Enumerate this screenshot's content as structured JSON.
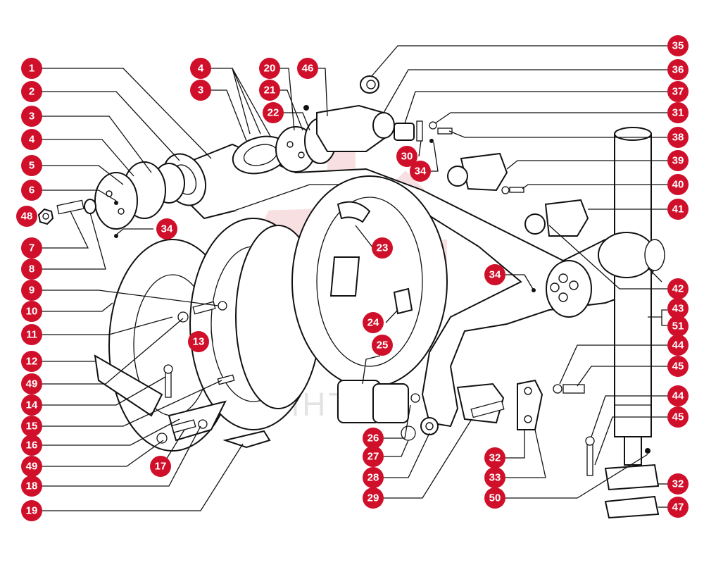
{
  "colors": {
    "callout": "#d0102a",
    "line": "#111111",
    "background": "#ffffff",
    "watermark": "#f3c8cc"
  },
  "watermark": {
    "logo": "gear-logo",
    "text": "ИНТЕХ"
  },
  "callouts": [
    {
      "id": "c1",
      "label": "1"
    },
    {
      "id": "c2",
      "label": "2"
    },
    {
      "id": "c3",
      "label": "3"
    },
    {
      "id": "c4",
      "label": "4"
    },
    {
      "id": "c5",
      "label": "5"
    },
    {
      "id": "c6",
      "label": "6"
    },
    {
      "id": "c48",
      "label": "48"
    },
    {
      "id": "c7",
      "label": "7"
    },
    {
      "id": "c8",
      "label": "8"
    },
    {
      "id": "c9",
      "label": "9"
    },
    {
      "id": "c10",
      "label": "10"
    },
    {
      "id": "c11",
      "label": "11"
    },
    {
      "id": "c12",
      "label": "12"
    },
    {
      "id": "c49a",
      "label": "49"
    },
    {
      "id": "c14",
      "label": "14"
    },
    {
      "id": "c15",
      "label": "15"
    },
    {
      "id": "c16",
      "label": "16"
    },
    {
      "id": "c49b",
      "label": "49"
    },
    {
      "id": "c18",
      "label": "18"
    },
    {
      "id": "c19",
      "label": "19"
    },
    {
      "id": "c13",
      "label": "13"
    },
    {
      "id": "c17",
      "label": "17"
    },
    {
      "id": "c34a",
      "label": "34"
    },
    {
      "id": "c4b",
      "label": "4"
    },
    {
      "id": "c3b",
      "label": "3"
    },
    {
      "id": "c20",
      "label": "20"
    },
    {
      "id": "c21",
      "label": "21"
    },
    {
      "id": "c22",
      "label": "22"
    },
    {
      "id": "c46",
      "label": "46"
    },
    {
      "id": "c23",
      "label": "23"
    },
    {
      "id": "c24",
      "label": "24"
    },
    {
      "id": "c25",
      "label": "25"
    },
    {
      "id": "c26",
      "label": "26"
    },
    {
      "id": "c27",
      "label": "27"
    },
    {
      "id": "c28",
      "label": "28"
    },
    {
      "id": "c29",
      "label": "29"
    },
    {
      "id": "c30",
      "label": "30"
    },
    {
      "id": "c34b",
      "label": "34"
    },
    {
      "id": "c34c",
      "label": "34"
    },
    {
      "id": "c32a",
      "label": "32"
    },
    {
      "id": "c33",
      "label": "33"
    },
    {
      "id": "c50",
      "label": "50"
    },
    {
      "id": "c35",
      "label": "35"
    },
    {
      "id": "c36",
      "label": "36"
    },
    {
      "id": "c37",
      "label": "37"
    },
    {
      "id": "c31",
      "label": "31"
    },
    {
      "id": "c38",
      "label": "38"
    },
    {
      "id": "c39",
      "label": "39"
    },
    {
      "id": "c40",
      "label": "40"
    },
    {
      "id": "c41",
      "label": "41"
    },
    {
      "id": "c42",
      "label": "42"
    },
    {
      "id": "c43",
      "label": "43"
    },
    {
      "id": "c51",
      "label": "51"
    },
    {
      "id": "c44a",
      "label": "44"
    },
    {
      "id": "c45a",
      "label": "45"
    },
    {
      "id": "c44b",
      "label": "44"
    },
    {
      "id": "c45b",
      "label": "45"
    },
    {
      "id": "c32b",
      "label": "32"
    },
    {
      "id": "c47",
      "label": "47"
    }
  ]
}
